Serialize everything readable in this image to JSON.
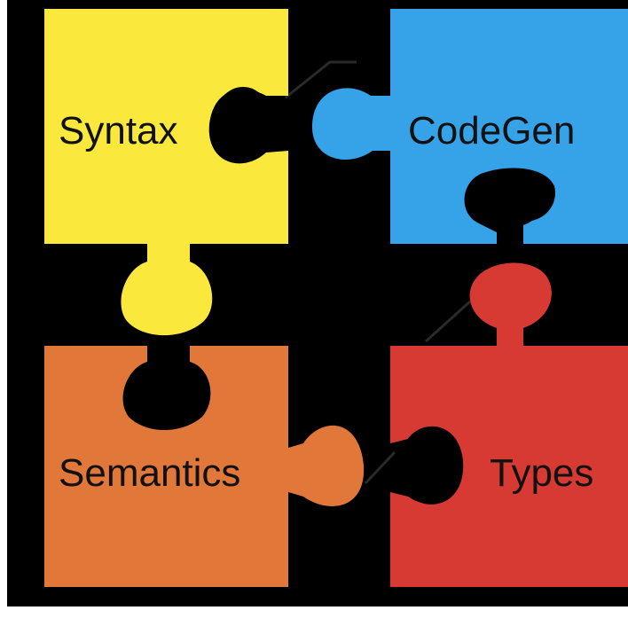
{
  "pieces": {
    "syntax": {
      "label": "Syntax",
      "color": "#fae83d"
    },
    "codegen": {
      "label": "CodeGen",
      "color": "#36a3e8"
    },
    "semantics": {
      "label": "Semantics",
      "color": "#e2773a"
    },
    "types": {
      "label": "Types",
      "color": "#d63a33"
    }
  },
  "background_color": "#000000",
  "frame_color": "#ffffff"
}
